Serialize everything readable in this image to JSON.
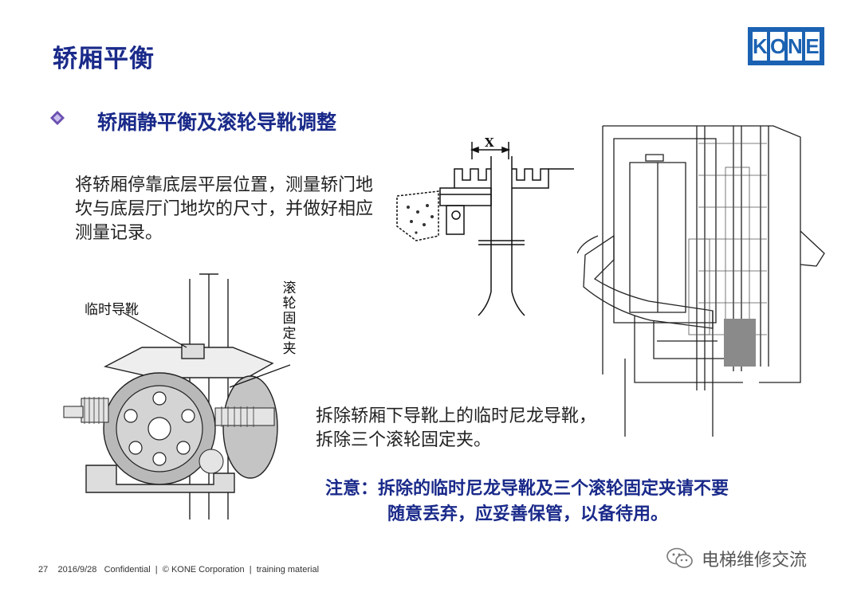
{
  "slide": {
    "title": "轿厢平衡",
    "subheading": "轿厢静平衡及滚轮导靴调整",
    "paragraph1": "将轿厢停靠底层平层位置，测量轿门地坎与底层厅门地坎的尺寸，并做好相应测量记录。",
    "paragraph2": "拆除轿厢下导靴上的临时尼龙导靴，拆除三个滚轮固定夹。",
    "note_line1": "注意：拆除的临时尼龙导靴及三个滚轮固定夹请不要",
    "note_line2": "随意丢弃，应妥善保管，以备待用。"
  },
  "logo": {
    "letters": [
      "K",
      "O",
      "N",
      "E"
    ],
    "color": "#1b62b2"
  },
  "figure_labels": {
    "temp_guide_shoe": "临时导靴",
    "roller_clamp": "滚轮固定夹",
    "dimension_x": "X"
  },
  "footer": {
    "page_number": "27",
    "date": "2016/9/28",
    "confidential": "Confidential",
    "copyright": "© KONE Corporation",
    "material": "training material"
  },
  "watermark": {
    "text": "电梯维修交流",
    "icon": "wechat-icon"
  },
  "colors": {
    "heading": "#1a2a8a",
    "text": "#222222"
  }
}
